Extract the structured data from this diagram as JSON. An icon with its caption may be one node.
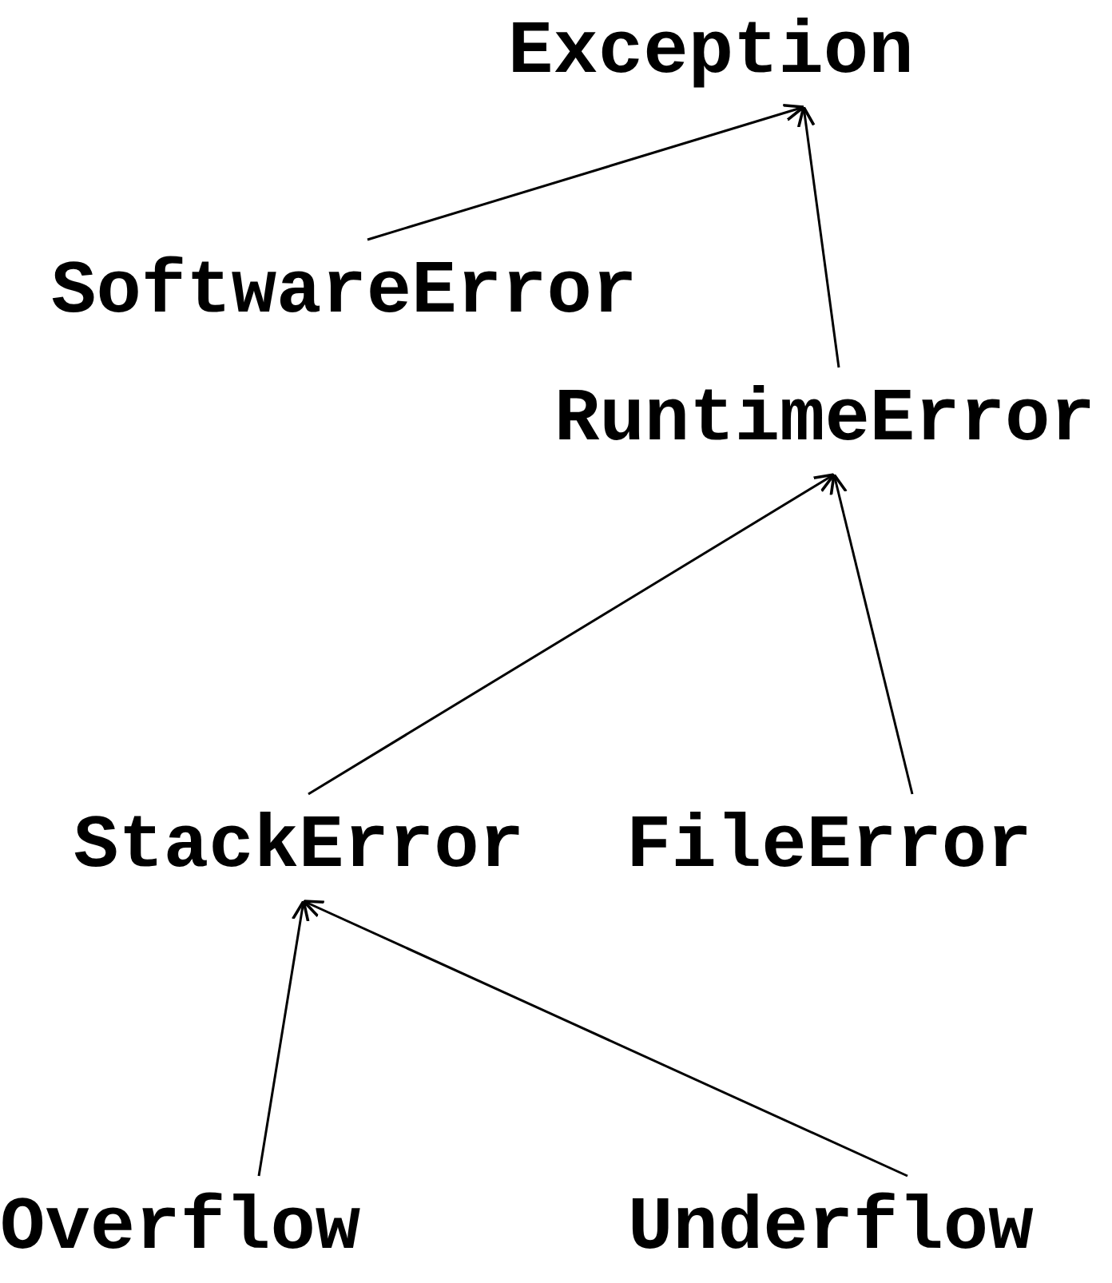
{
  "diagram": {
    "nodes": [
      {
        "text": [
          "Exception"
        ]
      },
      {
        "text": [
          "SoftwareError"
        ]
      },
      {
        "text": [
          "RuntimeError"
        ]
      },
      {
        "text": [
          "StackError"
        ]
      },
      {
        "text": [
          "FileError"
        ]
      },
      {
        "text": [
          "Overflow"
        ]
      },
      {
        "text": [
          "Underflow"
        ]
      }
    ],
    "edges": [
      {
        "from": 1,
        "to": 0,
        "arrow": "to"
      },
      {
        "from": 2,
        "to": 0,
        "arrow": "to"
      },
      {
        "from": 3,
        "to": 2,
        "arrow": "to"
      },
      {
        "from": 4,
        "to": 2,
        "arrow": "to"
      },
      {
        "from": 5,
        "to": 3,
        "arrow": "to"
      },
      {
        "from": 6,
        "to": 3,
        "arrow": "to"
      }
    ]
  }
}
